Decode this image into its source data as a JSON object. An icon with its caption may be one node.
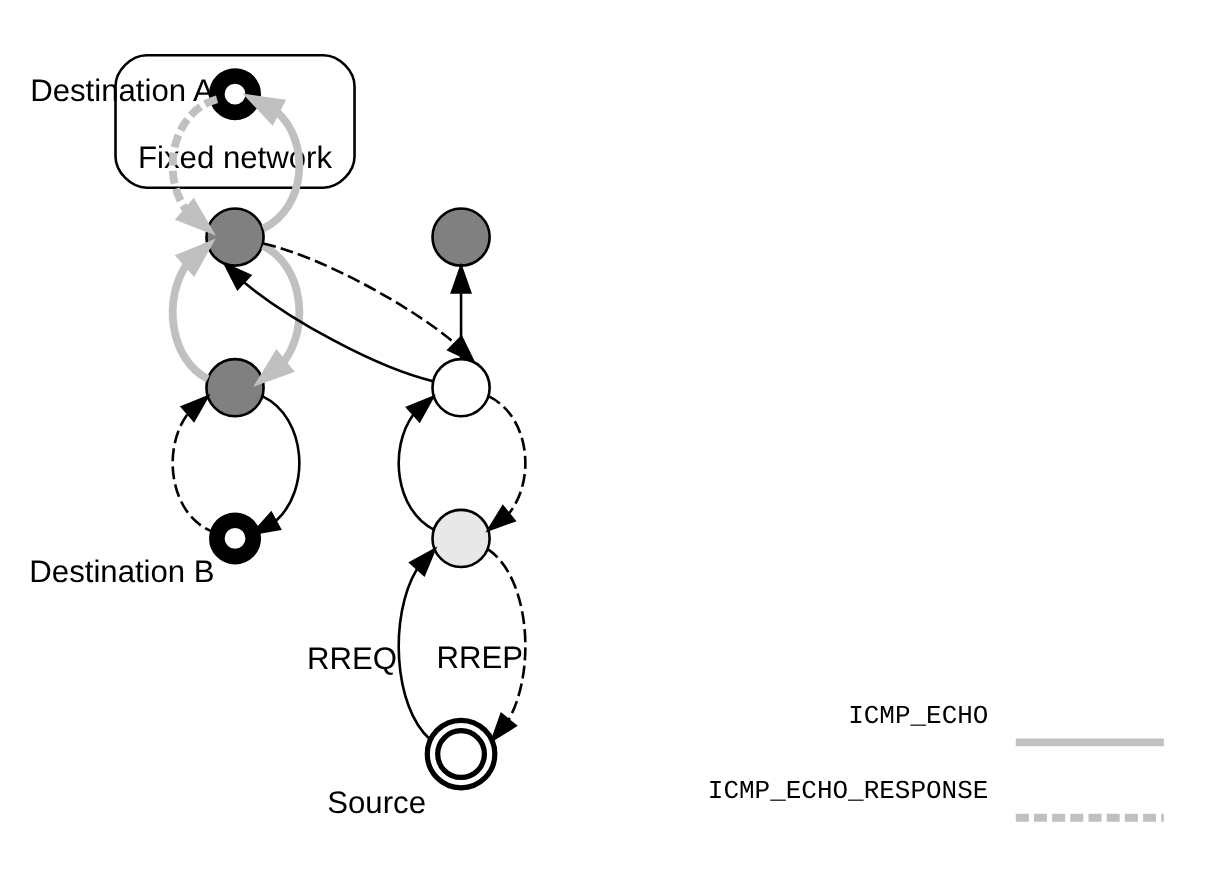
{
  "diagram": {
    "nodes": [
      {
        "text": [
          "Fixed network"
        ]
      },
      {
        "text": [],
        "shape": "circle",
        "beside": [
          "Destination A"
        ],
        "in": 0
      },
      {
        "text": [],
        "shape": "circle"
      },
      {
        "text": [],
        "shape": "circle"
      },
      {
        "text": [],
        "shape": "circle"
      },
      {
        "text": [],
        "shape": "circle",
        "beside": [
          "Destination B"
        ]
      },
      {
        "text": [],
        "shape": "circle"
      },
      {
        "text": [],
        "shape": "circle"
      },
      {
        "text": [],
        "shape": "circle",
        "beside": [
          "Source"
        ]
      }
    ],
    "edges": [
      {
        "from": 8,
        "to": 7,
        "arrow": "to",
        "label": "RREQ"
      },
      {
        "from": 7,
        "to": 8,
        "arrow": "to",
        "style": "dashed",
        "label": "RREP"
      },
      {
        "from": 7,
        "to": 6,
        "arrow": "to"
      },
      {
        "from": 6,
        "to": 7,
        "arrow": "to",
        "style": "dashed"
      },
      {
        "from": 6,
        "to": 2,
        "arrow": "to"
      },
      {
        "from": 6,
        "to": 3,
        "arrow": "to"
      },
      {
        "from": 3,
        "to": 6,
        "arrow": "to",
        "style": "dashed"
      },
      {
        "from": 3,
        "to": 1,
        "arrow": "to",
        "style": "thick",
        "color": "#c0c0c0"
      },
      {
        "from": 1,
        "to": 3,
        "arrow": "to",
        "style": "dashed",
        "color": "#c0c0c0"
      },
      {
        "from": 3,
        "to": 4,
        "arrow": "to",
        "style": "thick",
        "color": "#c0c0c0"
      },
      {
        "from": 4,
        "to": 3,
        "arrow": "to",
        "style": "thick",
        "color": "#c0c0c0"
      },
      {
        "from": 4,
        "to": 5,
        "arrow": "to"
      },
      {
        "from": 5,
        "to": 4,
        "arrow": "to",
        "style": "dashed"
      }
    ],
    "legend": [
      {
        "text": "ICMP_ECHO"
      },
      {
        "text": "ICMP_ECHO_RESPONSE"
      }
    ]
  }
}
